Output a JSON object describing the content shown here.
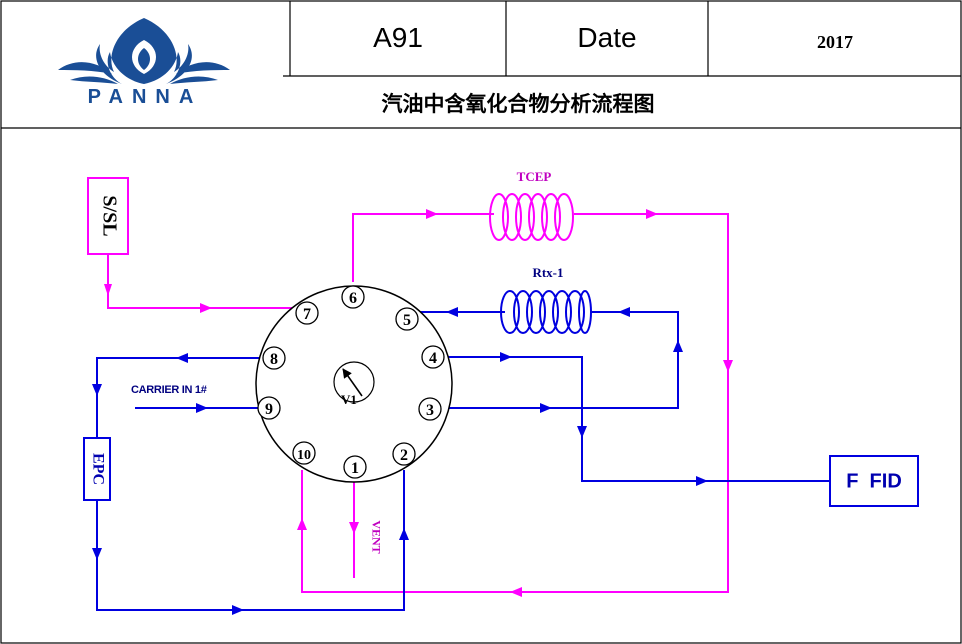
{
  "header": {
    "brand": "PANNA",
    "code": "A91",
    "date_label": "Date",
    "year": "2017",
    "title": "汽油中含氧化合物分析流程图"
  },
  "diagram": {
    "valve_label": "V1",
    "ports": [
      "1",
      "2",
      "3",
      "4",
      "5",
      "6",
      "7",
      "8",
      "9",
      "10"
    ],
    "ssl_label": "S/SL",
    "tcep_label": "TCEP",
    "rtx_label": "Rtx-1",
    "carrier_label": "CARRIER IN 1#",
    "vent_label": "VENT",
    "epc_label": "EPC",
    "detector_label": "F  FID"
  },
  "colors": {
    "magenta_line": "#ff00ff",
    "blue_line": "#0000e0",
    "brand_blue": "#1a4e96",
    "label_purple": "#c000c0",
    "label_navy": "#000080"
  }
}
